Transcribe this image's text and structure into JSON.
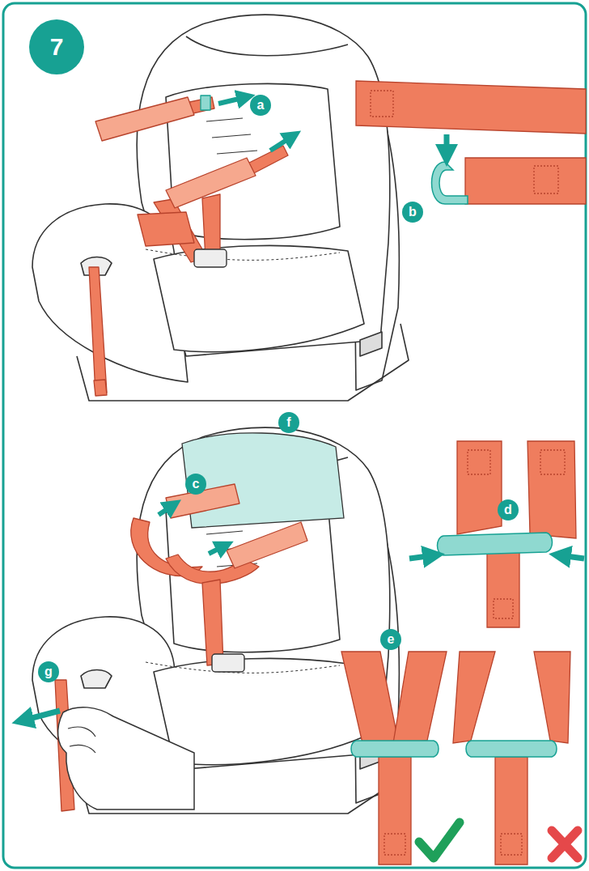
{
  "diagram": {
    "labels": [
      "7",
      "a",
      "b",
      "c",
      "d",
      "e",
      "f",
      "g"
    ]
  }
}
